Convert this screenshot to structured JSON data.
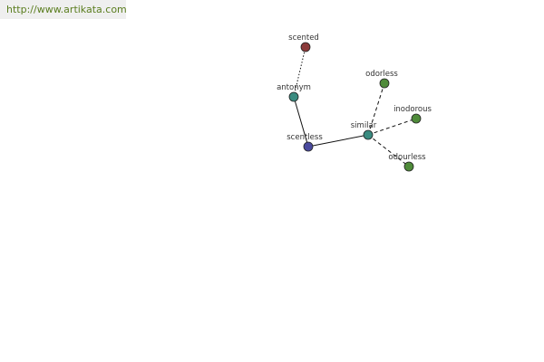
{
  "source_link": "http://www.artikata.com",
  "graph": {
    "center_word": "scentless",
    "nodes": [
      {
        "id": "scented",
        "label": "scented",
        "color": "#8b3a3a"
      },
      {
        "id": "antonym",
        "label": "antonym",
        "color": "#3a8b80"
      },
      {
        "id": "scentless",
        "label": "scentless",
        "color": "#4a4a9e"
      },
      {
        "id": "similar",
        "label": "similar",
        "color": "#3a8b80"
      },
      {
        "id": "odorless",
        "label": "odorless",
        "color": "#4f8b3a"
      },
      {
        "id": "inodorous",
        "label": "inodorous",
        "color": "#4f8b3a"
      },
      {
        "id": "odourless",
        "label": "odourless",
        "color": "#4f8b3a"
      }
    ],
    "edges": [
      {
        "from": "antonym",
        "to": "scented",
        "style": "dotted"
      },
      {
        "from": "scentless",
        "to": "antonym",
        "style": "solid"
      },
      {
        "from": "scentless",
        "to": "similar",
        "style": "solid"
      },
      {
        "from": "similar",
        "to": "odorless",
        "style": "dashed"
      },
      {
        "from": "similar",
        "to": "inodorous",
        "style": "dashed"
      },
      {
        "from": "similar",
        "to": "odourless",
        "style": "dashed"
      }
    ]
  }
}
